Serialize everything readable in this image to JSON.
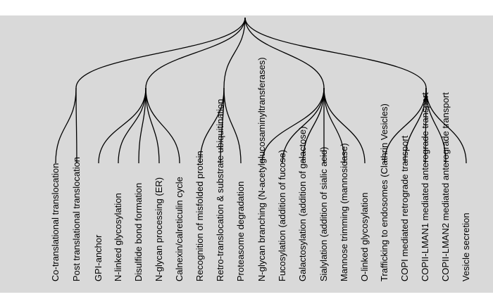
{
  "colors": {
    "background": "#ffffff",
    "panel": "#d9d9d9",
    "edges": "#000000",
    "text": "#000000"
  },
  "tree": {
    "root": "",
    "groups": [
      {
        "leaves": [
          "Co-translational translocation",
          "Post translational translocation"
        ]
      },
      {
        "leaves": [
          "GPI-anchor",
          "N-linked glycosylation",
          "Disulfide bond formation",
          "N-glycan processing (ER)",
          "Calnexin/calreticulin cycle"
        ]
      },
      {
        "leaves": [
          "Recognition of misfolded protein",
          "Retro-translocation & substrate ubiquitination",
          "Proteasome degradation"
        ]
      },
      {
        "leaves": [
          "N-glycan branching (N-acetylglucosaminyltransferases)",
          "Fucosylation (addition of fucose)",
          "Galactosylation (addition of galactose)",
          "Sialylation (addition of sialic acid)",
          "Mannose trimming (mannosidase)",
          "O-linked glycosylation"
        ]
      },
      {
        "leaves": [
          "Trafficking to endosomes (Clathrin Vesicles)",
          "COPI mediated retrograde transport",
          "COPII-LMAN1 mediated anterograde transport",
          "COPII-LMAN2 mediated anterograde transport",
          "Vesicle secretion"
        ]
      }
    ]
  }
}
